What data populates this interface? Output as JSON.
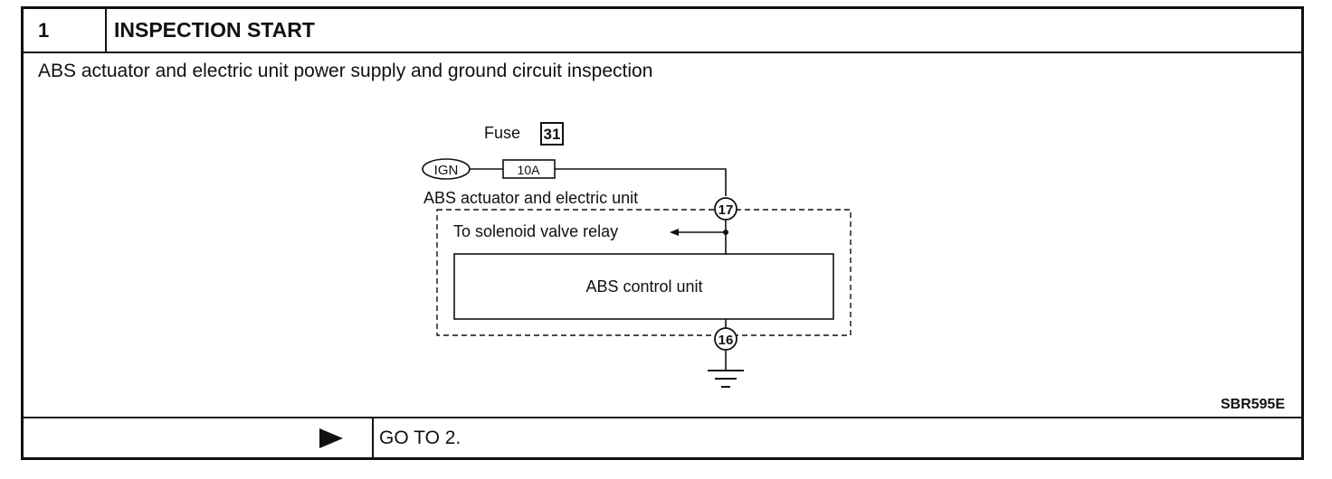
{
  "step": {
    "number": "1",
    "title": "INSPECTION START",
    "description": "ABS actuator and electric unit power supply and ground circuit inspection"
  },
  "diagram": {
    "fuse_label": "Fuse",
    "fuse_number": "31",
    "ign_label": "IGN",
    "fuse_rating": "10A",
    "unit_label": "ABS actuator and electric unit",
    "relay_label": "To solenoid valve relay",
    "control_unit_label": "ABS control unit",
    "terminal_top": "17",
    "terminal_bottom": "16",
    "figure_code": "SBR595E"
  },
  "footer": {
    "goto_text": "GO TO 2."
  }
}
